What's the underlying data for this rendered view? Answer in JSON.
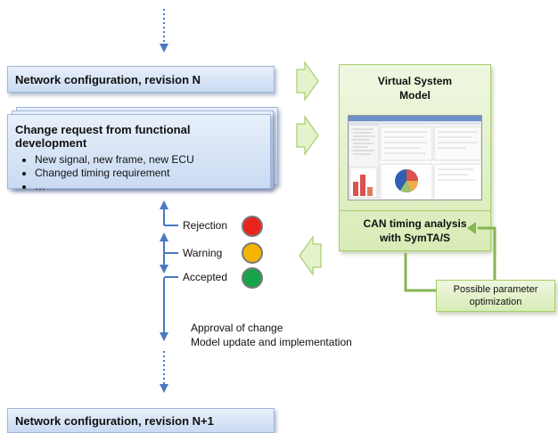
{
  "diagram": {
    "rev_n_label": "Network configuration, revision N",
    "rev_n1_label": "Network configuration, revision N+1",
    "change_request": {
      "title": "Change request from functional development",
      "items": [
        "New signal, new frame, new ECU",
        "Changed timing requirement",
        "…"
      ]
    },
    "vsm": {
      "title_line1": "Virtual System",
      "title_line2": "Model",
      "analysis_line1": "CAN timing analysis",
      "analysis_line2": "with SymTA/S"
    },
    "optimization": {
      "line1": "Possible parameter",
      "line2": "optimization"
    },
    "statuses": [
      {
        "label": "Rejection",
        "color": "#e8231c"
      },
      {
        "label": "Warning",
        "color": "#f5b400"
      },
      {
        "label": "Accepted",
        "color": "#16a34a"
      }
    ],
    "approval": {
      "line1": "Approval of change",
      "line2": "Model update and implementation"
    },
    "colors": {
      "arrow_blue": "#4a78c2",
      "green_border": "#a7cf6a",
      "green_arrow_fill": "#e4f3cc",
      "connector_green": "#86b553"
    }
  }
}
